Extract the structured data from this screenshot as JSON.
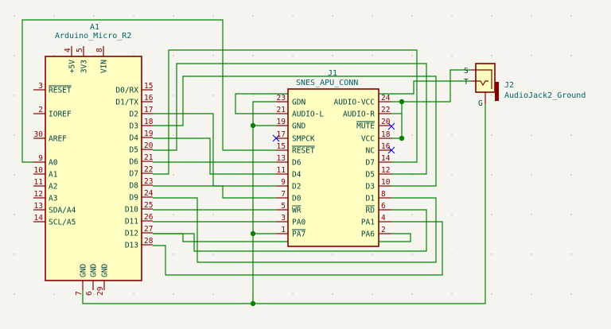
{
  "components": {
    "a1": {
      "ref": "A1",
      "value": "Arduino_Micro_R2",
      "top_pins": [
        {
          "name": "+5V",
          "num": "4"
        },
        {
          "name": "3V3",
          "num": "5"
        },
        {
          "name": "VIN",
          "num": "8"
        }
      ],
      "left_pins": [
        {
          "name": "RESET",
          "num": "3",
          "overline": true
        },
        {
          "name": "IOREF",
          "num": "2"
        },
        {
          "name": "AREF",
          "num": "30"
        },
        {
          "name": "A0",
          "num": "9"
        },
        {
          "name": "A1",
          "num": "10"
        },
        {
          "name": "A2",
          "num": "11"
        },
        {
          "name": "A3",
          "num": "12"
        },
        {
          "name": "SDA/A4",
          "num": "13"
        },
        {
          "name": "SCL/A5",
          "num": "14"
        }
      ],
      "right_pins": [
        {
          "name": "D0/RX",
          "num": "15"
        },
        {
          "name": "D1/TX",
          "num": "16"
        },
        {
          "name": "D2",
          "num": "17"
        },
        {
          "name": "D3",
          "num": "18"
        },
        {
          "name": "D4",
          "num": "19"
        },
        {
          "name": "D5",
          "num": "20"
        },
        {
          "name": "D6",
          "num": "21"
        },
        {
          "name": "D7",
          "num": "22"
        },
        {
          "name": "D8",
          "num": "23"
        },
        {
          "name": "D9",
          "num": "24"
        },
        {
          "name": "D10",
          "num": "25"
        },
        {
          "name": "D11",
          "num": "26"
        },
        {
          "name": "D12",
          "num": "27"
        },
        {
          "name": "D13",
          "num": "28"
        }
      ],
      "bottom_pins": [
        {
          "name": "GND",
          "num": "7"
        },
        {
          "name": "GND",
          "num": "6"
        },
        {
          "name": "GND",
          "num": "29"
        }
      ]
    },
    "j1": {
      "ref": "J1",
      "value": "SNES_APU_CONN",
      "left_pins": [
        {
          "name": "GDN",
          "num": "23"
        },
        {
          "name": "AUDIO-L",
          "num": "21"
        },
        {
          "name": "GND",
          "num": "19"
        },
        {
          "name": "SMPCK",
          "num": "17"
        },
        {
          "name": "RESET",
          "num": "15",
          "overline": true
        },
        {
          "name": "D6",
          "num": "13"
        },
        {
          "name": "D4",
          "num": "11"
        },
        {
          "name": "D2",
          "num": "9"
        },
        {
          "name": "D0",
          "num": "7"
        },
        {
          "name": "WR",
          "num": "5",
          "overline": true
        },
        {
          "name": "PA0",
          "num": "3"
        },
        {
          "name": "PA7",
          "num": "1",
          "overline": true
        }
      ],
      "right_pins": [
        {
          "name": "AUDIO-VCC",
          "num": "24"
        },
        {
          "name": "AUDIO-R",
          "num": "22"
        },
        {
          "name": "MUTE",
          "num": "20",
          "overline": true
        },
        {
          "name": "VCC",
          "num": "18"
        },
        {
          "name": "NC",
          "num": "16"
        },
        {
          "name": "D7",
          "num": "14"
        },
        {
          "name": "D5",
          "num": "12"
        },
        {
          "name": "D3",
          "num": "10"
        },
        {
          "name": "D1",
          "num": "8"
        },
        {
          "name": "RD",
          "num": "6",
          "overline": true
        },
        {
          "name": "PA1",
          "num": "4"
        },
        {
          "name": "PA6",
          "num": "2"
        }
      ]
    },
    "j2": {
      "ref": "J2",
      "value": "AudioJack2_Ground",
      "pins": [
        {
          "name": "S"
        },
        {
          "name": "T"
        },
        {
          "name": "G"
        }
      ]
    }
  },
  "colors": {
    "body_stroke": "#840000",
    "body_fill": "#ffffc2",
    "wire": "#008400",
    "reference_text": "#006464",
    "no_connect": "#0000ff"
  }
}
